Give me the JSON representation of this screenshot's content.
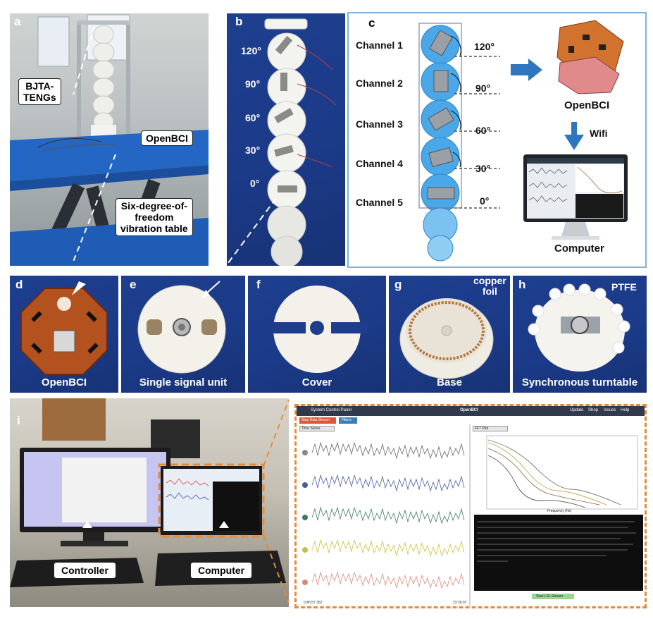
{
  "panels": {
    "a": {
      "label": "a",
      "callouts": {
        "teng": "BJTA-\nTENGs",
        "openbci": "OpenBCI",
        "table": "Six-degree-of-\nfreedom\nvibration table"
      }
    },
    "b": {
      "label": "b",
      "angles": [
        "120°",
        "90°",
        "60°",
        "30°",
        "0°"
      ]
    },
    "c": {
      "label": "c",
      "channels": [
        {
          "name": "Channel 1",
          "angle": "120°"
        },
        {
          "name": "Channel 2",
          "angle": "90°"
        },
        {
          "name": "Channel 3",
          "angle": "60°"
        },
        {
          "name": "Channel 4",
          "angle": "30°"
        },
        {
          "name": "Channel 5",
          "angle": "0°"
        }
      ],
      "openbci": "OpenBCI",
      "wifi": "Wifi",
      "computer": "Computer",
      "colors": {
        "arrow": "#2e77bf",
        "frame": "#7fb2dc",
        "sphere": "#4aa8e8"
      }
    },
    "d": {
      "label": "d",
      "caption": "OpenBCI"
    },
    "e": {
      "label": "e",
      "caption": "Single signal unit"
    },
    "f": {
      "label": "f",
      "caption": "Cover"
    },
    "g": {
      "label": "g",
      "caption": "Base",
      "annotation": "copper\nfoil"
    },
    "h": {
      "label": "h",
      "caption": "Synchronous turntable",
      "annotation": "PTFE"
    },
    "i": {
      "label": "i",
      "controller": "Controller",
      "computer": "Computer",
      "gui": {
        "title": "System Control Panel",
        "brand": "OpenBCI",
        "menu": [
          "Update",
          "Shop",
          "Issues",
          "Help"
        ],
        "stop_button": "Stop Data Stream",
        "filters": "Filters",
        "time_series": "Time Series",
        "fft_plot": "FFT Plot",
        "xlabel": "Frequency (Hz)",
        "start_button": "Start LSL Stream",
        "time_left": "0:45:57.352",
        "time_right": "23:26:07"
      }
    }
  }
}
